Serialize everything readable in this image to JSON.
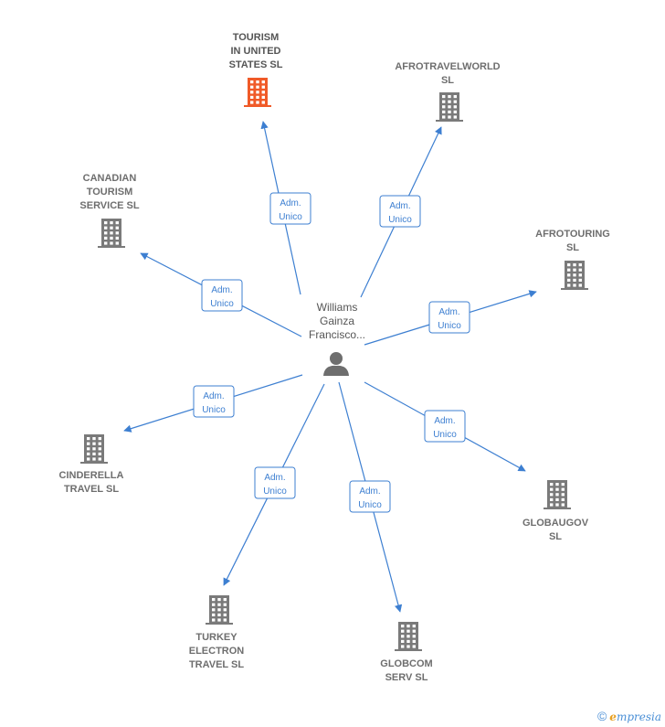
{
  "center": {
    "label_lines": [
      "Williams",
      "Gainza",
      "Francisco..."
    ],
    "icon": "person-icon"
  },
  "relation": [
    "Adm.",
    "Unico"
  ],
  "companies": [
    {
      "id": "tourism-in-united-states-sl",
      "label_lines": [
        "TOURISM",
        "IN UNITED",
        "STATES  SL"
      ],
      "highlight": true
    },
    {
      "id": "afrotravelworld-sl",
      "label_lines": [
        "AFROTRAVELWORLD",
        "SL"
      ]
    },
    {
      "id": "canadian-tourism-service-sl",
      "label_lines": [
        "CANADIAN",
        "TOURISM",
        "SERVICE  SL"
      ]
    },
    {
      "id": "afrotouring-sl",
      "label_lines": [
        "AFROTOURING",
        "SL"
      ]
    },
    {
      "id": "cinderella-travel-sl",
      "label_lines": [
        "CINDERELLA",
        "TRAVEL  SL"
      ]
    },
    {
      "id": "globaugov-sl",
      "label_lines": [
        "GLOBAUGOV",
        "SL"
      ]
    },
    {
      "id": "turkey-electron-travel-sl",
      "label_lines": [
        "TURKEY",
        "ELECTRON",
        "TRAVEL  SL"
      ]
    },
    {
      "id": "globcom-serv-sl",
      "label_lines": [
        "GLOBCOM",
        "SERV  SL"
      ]
    }
  ],
  "colors": {
    "edge": "#3d7fd1",
    "building": "#7a7a7a",
    "building_highlight": "#f05a28",
    "person": "#6e6e6e"
  },
  "footer": {
    "copyright": "©",
    "brand_initial": "e",
    "brand_rest": "mpresia"
  }
}
